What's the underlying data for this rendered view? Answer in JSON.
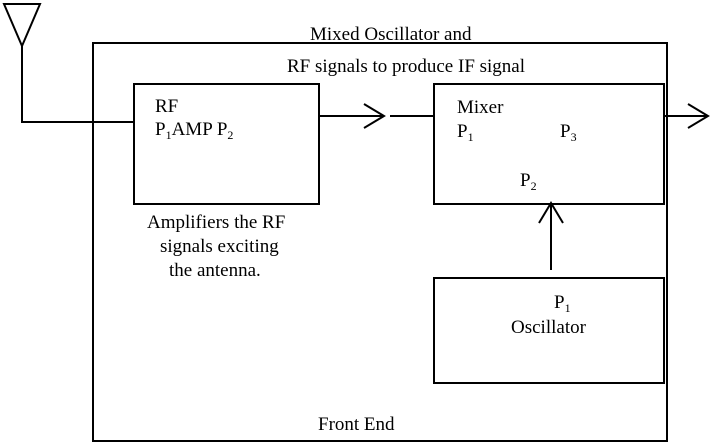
{
  "front_end": {
    "title_line1": "Mixed Oscillator and",
    "title_line2": "RF signals to produce IF signal",
    "bottom_label": "Front End"
  },
  "rf_amp": {
    "title": "RF",
    "port_in": "P",
    "port_in_sub": "1",
    "name": "AMP",
    "port_out": "P",
    "port_out_sub": "2",
    "caption_line1": "Amplifiers the RF",
    "caption_line2": "signals exciting",
    "caption_line3": "the antenna."
  },
  "mixer": {
    "title": "Mixer",
    "port_1": "P",
    "port_1_sub": "1",
    "port_2": "P",
    "port_2_sub": "2",
    "port_3": "P",
    "port_3_sub": "3"
  },
  "oscillator": {
    "port": "P",
    "port_sub": "1",
    "name": "Oscillator"
  }
}
